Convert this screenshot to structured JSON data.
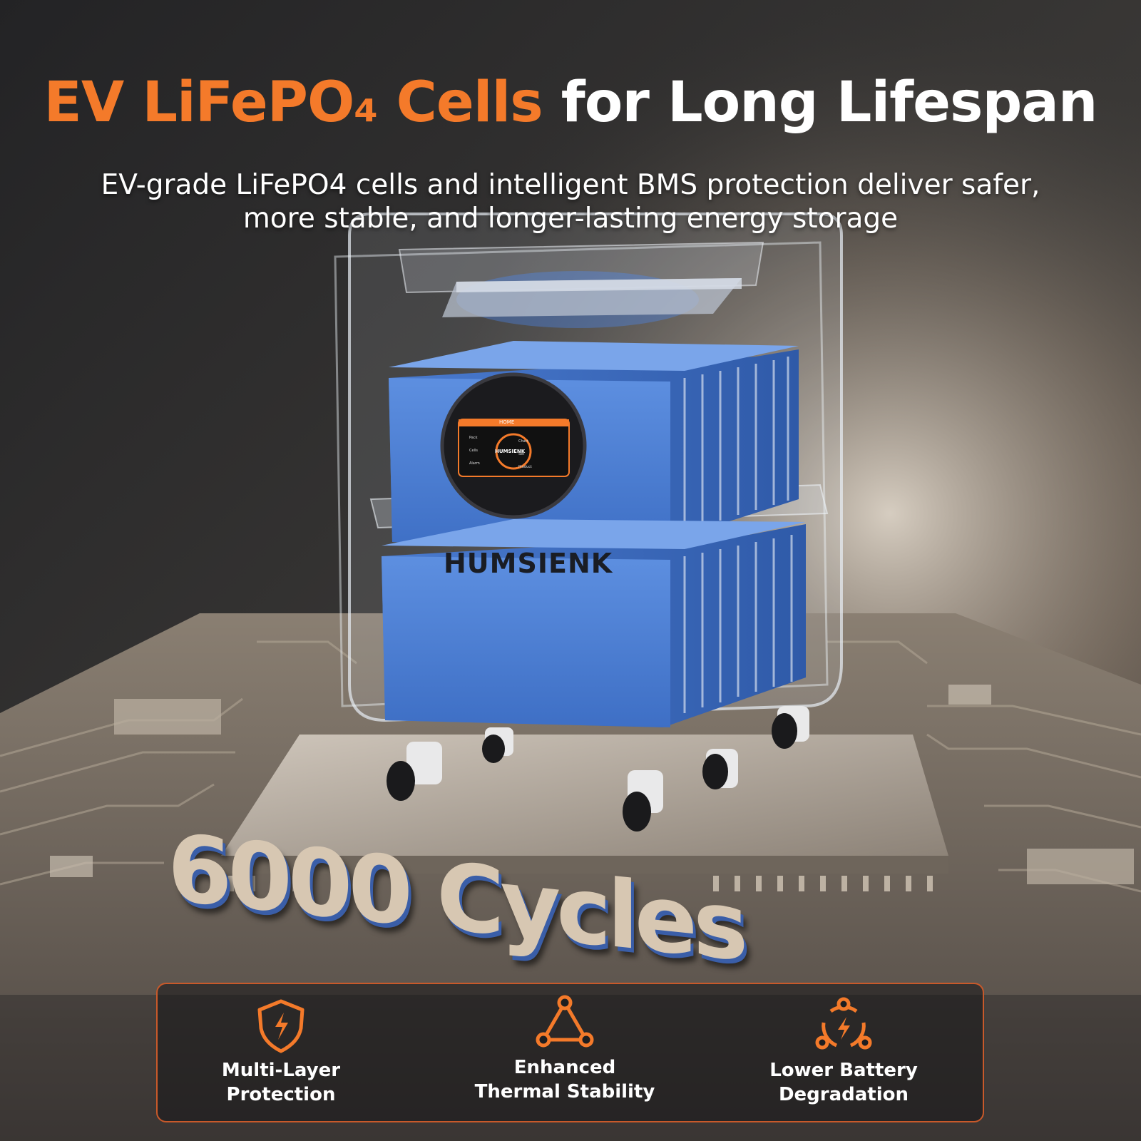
{
  "headline": {
    "accent": "EV LiFePO₄ Cells",
    "rest": "for Long Lifespan"
  },
  "subtitle": {
    "line1": "EV-grade LiFePO4 cells and intelligent BMS protection deliver safer,",
    "line2": "more stable, and longer-lasting energy storage"
  },
  "product": {
    "brand": "HUMSIENK",
    "screen_title": "HOME",
    "screen_brand": "HUMSIENK",
    "screen_menu_left": [
      "Pack",
      "Cells",
      "Alarm"
    ],
    "screen_menu_right": [
      "Chart",
      "Set",
      "Product"
    ]
  },
  "cycles_text": "6000 Cycles",
  "features": [
    {
      "icon": "shield-bolt-icon",
      "line1": "Multi-Layer",
      "line2": "Protection"
    },
    {
      "icon": "triangle-nodes-icon",
      "line1": "Enhanced",
      "line2": "Thermal Stability"
    },
    {
      "icon": "cycle-bolt-icon",
      "line1": "Lower Battery",
      "line2": "Degradation"
    }
  ],
  "colors": {
    "accent": "#f47a2a",
    "cell_blue": "#4a7fd4",
    "background": "#2b2b2e"
  }
}
